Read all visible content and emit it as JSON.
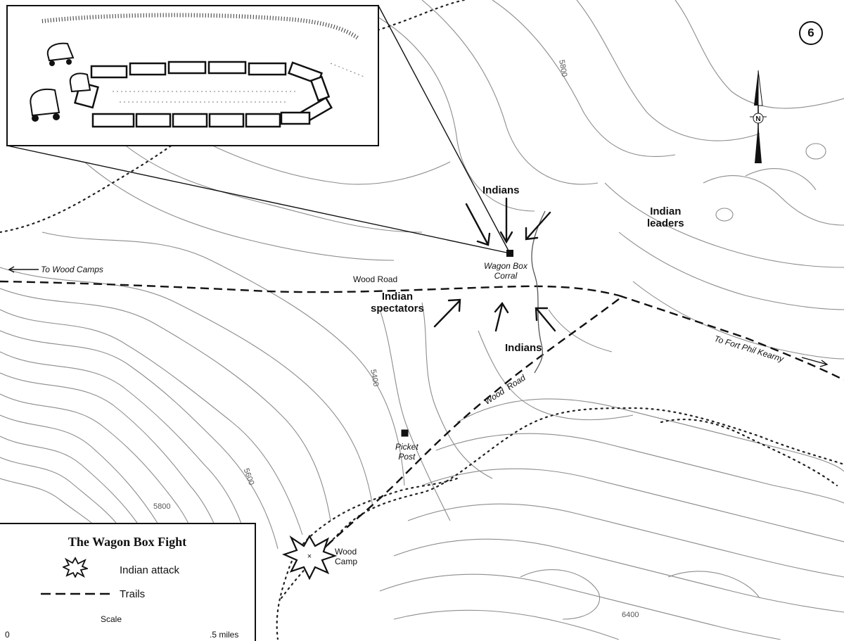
{
  "map": {
    "sheet_number": "6",
    "north_label": "N",
    "inset_caption": "",
    "labels": {
      "indians_north": "Indians",
      "indian_leaders": "Indian\nleaders",
      "wagon_box_corral": "Wagon Box\nCorral",
      "wood_road_upper": "Wood Road",
      "indian_spectators": "Indian\nspectators",
      "indians_south": "Indians",
      "to_wood_camps": "To Wood Camps",
      "to_fort_phil_kearny": "To Fort Phil Kearny",
      "wood_road_diagonal": "Wood  Road",
      "picket_post": "Picket\nPost",
      "wood_camp": "Wood\nCamp"
    },
    "contour_labels": [
      "5800",
      "5400",
      "5600",
      "5800",
      "6400"
    ]
  },
  "legend": {
    "title": "The Wagon Box Fight",
    "items": [
      {
        "symbol": "explosion-icon",
        "label": "Indian attack"
      },
      {
        "symbol": "dashed-line",
        "label": "Trails"
      }
    ],
    "scale_label": "Scale",
    "scale_start": "0",
    "scale_end": ".5 miles"
  },
  "colors": {
    "ink": "#111111",
    "contour": "#8c8c8c",
    "background": "#ffffff"
  }
}
